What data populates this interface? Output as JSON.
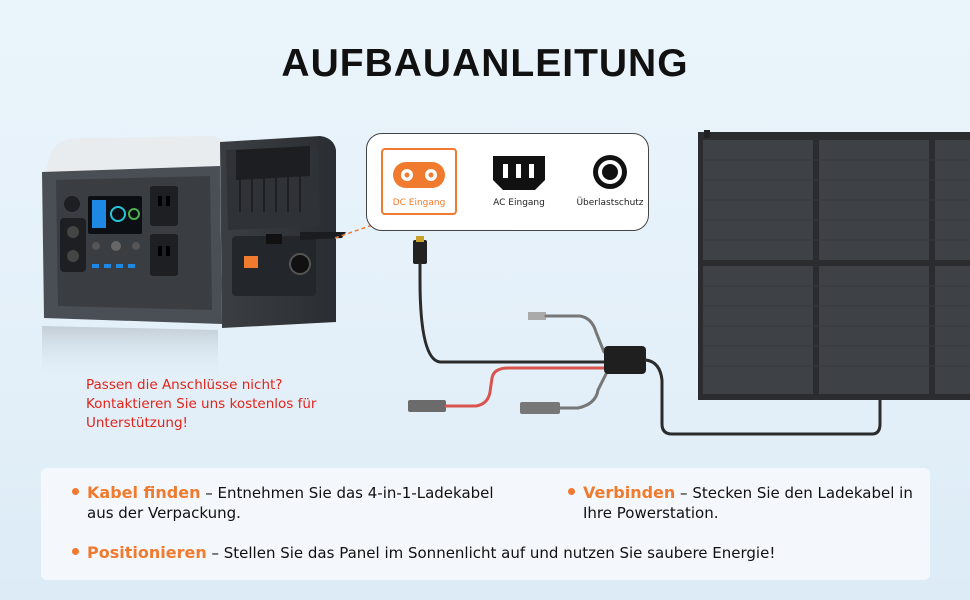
{
  "title": "AUFBAUANLEITUNG",
  "ports": {
    "dc": "DC Eingang",
    "ac": "AC Eingang",
    "overload": "Überlastschutz"
  },
  "warning": {
    "line1": "Passen die Anschlüsse nicht?",
    "line2": "Kontaktieren Sie uns kostenlos für",
    "line3": "Unterstützung!"
  },
  "steps": {
    "find": {
      "name": "Kabel finden",
      "text1": " – Entnehmen Sie das 4-in-1-Ladekabel",
      "text2": "aus der Verpackung."
    },
    "connect": {
      "name": "Verbinden",
      "text1": " – Stecken Sie den Ladekabel in",
      "text2": "Ihre Powerstation."
    },
    "position": {
      "name": "Positionieren",
      "text1": " – Stellen Sie das Panel im Sonnenlicht auf und nutzen Sie saubere Energie!"
    }
  },
  "colors": {
    "accent": "#f07a2e",
    "warning": "#e2231a"
  }
}
